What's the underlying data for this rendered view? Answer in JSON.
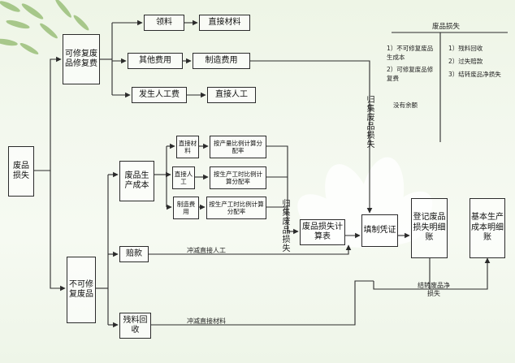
{
  "colors": {
    "line": "#2b2b2b",
    "background": "#f3f8ee",
    "leaf": "#7fa95a",
    "flower": "#ffffff"
  },
  "nodes": {
    "loss": "废品损失",
    "repairable": "可修复废品修复费",
    "unrepairable": "不可修复废品",
    "materials": "领料",
    "other_costs": "其他费用",
    "labor_cost": "发生人工费",
    "direct_materials": "直接材料",
    "manufacturing_overhead": "制造费用",
    "direct_labor": "直接人工",
    "scrap_cost": "废品生产成本",
    "dm_small": "直接材料",
    "dl_small": "直接人工",
    "mo_small": "制造费用",
    "alloc_output": "按产量比例计算分配率",
    "alloc_hours_1": "按生产工时比例计算分配率",
    "alloc_hours_2": "按生产工时比例计算分配率",
    "compensation": "赔款",
    "salvage": "残料回收",
    "loss_sheet": "废品损失计算表",
    "voucher": "填制凭证",
    "ledger": "登记废品损失明细账",
    "basic_ledger": "基本生产成本明细账"
  },
  "edge_labels": {
    "offset_labor": "冲减直接人工",
    "offset_materials": "冲减直接材料",
    "collect_right": "归集废品损失",
    "collect_left": "归集废品损失",
    "transfer_net": "结转废品净损失"
  },
  "t_account": {
    "title": "废品损失",
    "debit": [
      "1）不可修复废品生成本",
      "2）可修复废品修复费"
    ],
    "credit": [
      "1）残料回收",
      "2）过失赔款",
      "3）结转废品净损失"
    ],
    "balance": "没有余额"
  }
}
